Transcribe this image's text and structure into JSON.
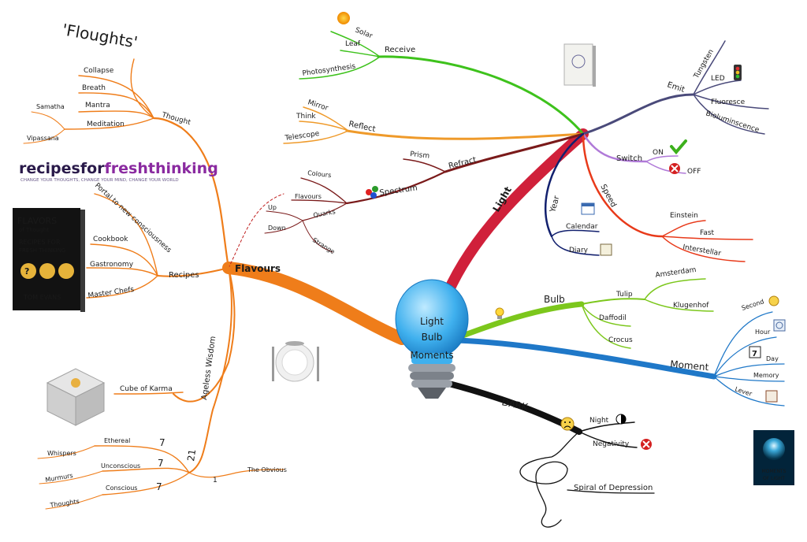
{
  "central": {
    "line1": "Light",
    "line2": "Bulb",
    "line3": "Moments"
  },
  "branches": {
    "light": "Light",
    "bulb": "Bulb",
    "moment": "Moment",
    "dark": "DARK",
    "flavours": "Flavours",
    "receive": "Receive",
    "reflect": "Reflect",
    "refract": "Refract",
    "spectrum": "Spectrum",
    "emit": "Emit",
    "switch": "Switch",
    "speed": "Speed",
    "year": "Year",
    "thought": "Thought",
    "recipes": "Recipes",
    "ageless": "Ageless Wisdom",
    "cube": "Cube of Karma",
    "twentyone": "21"
  },
  "receive_items": [
    "Solar",
    "Leaf",
    "Photosynthesis"
  ],
  "reflect_items": [
    "Mirror",
    "Think",
    "Telescope"
  ],
  "refract_items": [
    "Prism"
  ],
  "spectrum_items": [
    "Colours",
    "Flavours",
    "Quarks"
  ],
  "quarks_items": [
    "Up",
    "Down",
    "Strange"
  ],
  "emit_items": [
    "Tungsten",
    "LED",
    "Fluoresce",
    "Bioluminscence"
  ],
  "switch_items": [
    "ON",
    "OFF"
  ],
  "speed_items": [
    "Einstein",
    "Fast",
    "Interstellar"
  ],
  "year_items": [
    "Calendar",
    "Diary"
  ],
  "bulb_items": [
    "Tulip",
    "Daffodil",
    "Crocus"
  ],
  "tulip_items": [
    "Amsterdam",
    "Klugenhof"
  ],
  "moment_items": [
    "Second",
    "Hour",
    "Day",
    "Memory",
    "Lever"
  ],
  "dark_items": [
    "Night",
    "Negativity",
    "Spiral of Depression"
  ],
  "floughts": "'Floughts'",
  "thought_items": [
    "Collapse",
    "Breath",
    "Mantra",
    "Meditation"
  ],
  "meditation_items": [
    "Samatha",
    "Vipassana"
  ],
  "recipes_items": [
    "Portal to new consciousness",
    "Cookbook",
    "Gastronomy",
    "Master Chefs"
  ],
  "recipes_logo": {
    "part1": "recipesfor",
    "part2": "freshthinking",
    "tagline": "CHANGE YOUR THOUGHTS, CHANGE YOUR MIND, CHANGE YOUR WORLD"
  },
  "book_flavors": {
    "line1": "FLAVORS",
    "line2": "of Thought",
    "line3": "RECIPES FOR",
    "line4": "FRESH THINKING",
    "author": "TOM EVANS"
  },
  "twentyone_items": [
    "Ethereal",
    "Unconscious",
    "Conscious"
  ],
  "sub_items": [
    "Whispers",
    "Murmurs",
    "Thoughts"
  ],
  "sevens": [
    "7",
    "7",
    "7"
  ],
  "one": {
    "num": "1",
    "label": "The Obvious"
  },
  "moments_logo": {
    "line1": "MOMENTS",
    "line2": "OF LIGHT"
  },
  "colors": {
    "green": "#3ec21c",
    "orange": "#ef7d1a",
    "brown": "#7a1a1a",
    "purple": "#4a4a7a",
    "lilac": "#b07ad8",
    "red": "#e83a1a",
    "navy": "#12206e",
    "crimson": "#d0203a",
    "lime": "#7cc71c",
    "blue": "#1f78c8",
    "black": "#111111"
  }
}
